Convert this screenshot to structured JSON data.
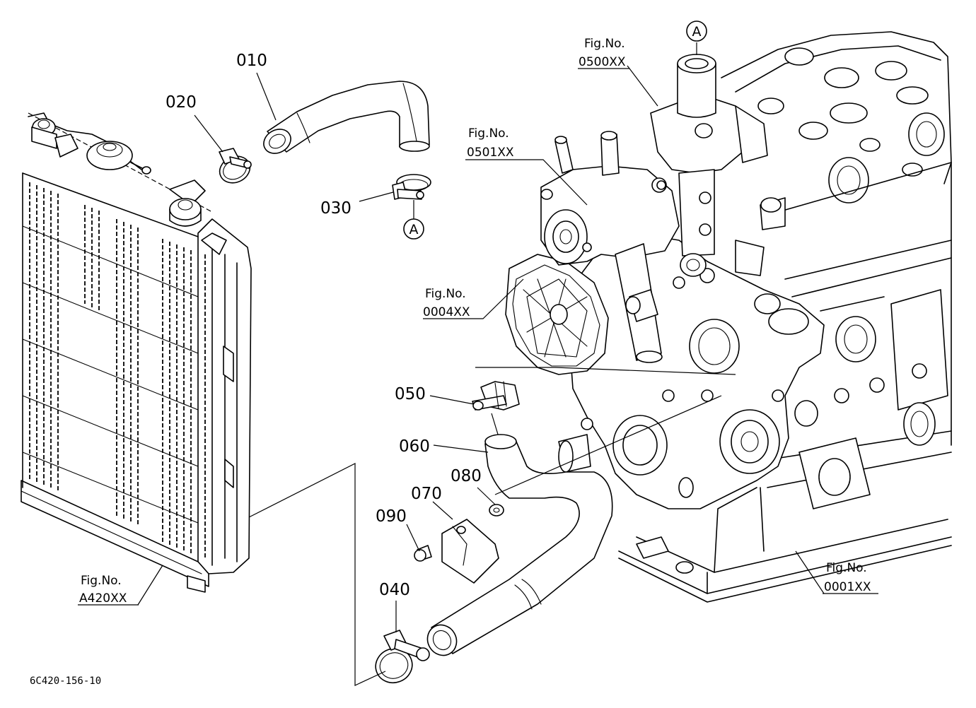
{
  "parts": {
    "p010": "010",
    "p020": "020",
    "p030": "030",
    "p040": "040",
    "p050": "050",
    "p060": "060",
    "p070": "070",
    "p080": "080",
    "p090": "090"
  },
  "refs": {
    "fig_0500": {
      "label": "Fig.No.",
      "code": "0500XX"
    },
    "fig_0501": {
      "label": "Fig.No.",
      "code": "0501XX"
    },
    "fig_0004": {
      "label": "Fig.No.",
      "code": "0004XX"
    },
    "fig_A420": {
      "label": "Fig.No.",
      "code": "A420XX"
    },
    "fig_0001": {
      "label": "Fig.No.",
      "code": "0001XX"
    }
  },
  "connector": {
    "letter": "A"
  },
  "footer": {
    "drawing_number": "6C420-156-10"
  }
}
